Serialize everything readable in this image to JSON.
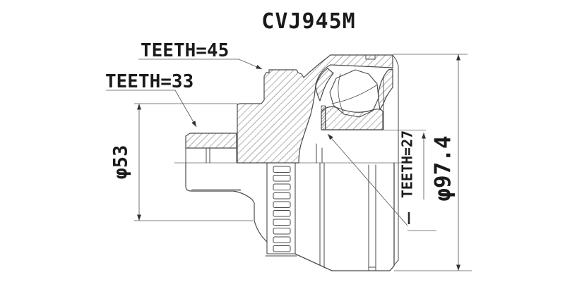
{
  "title": "CVJ945M",
  "labels": {
    "teeth_outer_ring": "TEETH=45",
    "teeth_shaft_spline": "TEETH=33",
    "teeth_inner_race": "TEETH=27",
    "diameter_shaft": "φ53",
    "diameter_outer": "φ97.4"
  },
  "values": {
    "teeth_outer_ring": 45,
    "teeth_shaft_spline": 33,
    "teeth_inner_race": 27,
    "diameter_shaft_mm": 53,
    "diameter_outer_mm": 97.4
  },
  "colors": {
    "background": "#ffffff",
    "part_line": "#4a4a4a",
    "dimension_line": "#585858",
    "text": "#1a1a1a",
    "shadow_line": "#9b9b9b"
  }
}
